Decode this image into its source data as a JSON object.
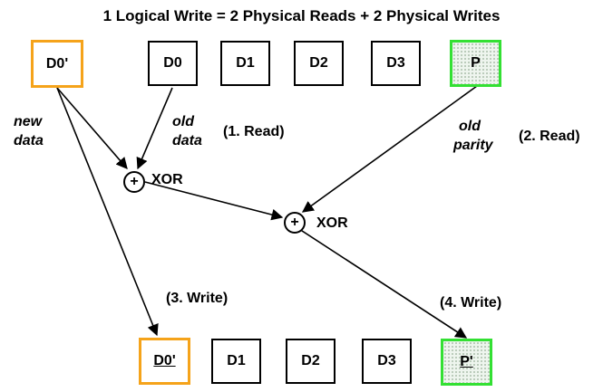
{
  "title": "1 Logical Write = 2 Physical Reads + 2  Physical Writes",
  "top_row": {
    "new": "D0'",
    "d0": "D0",
    "d1": "D1",
    "d2": "D2",
    "d3": "D3",
    "parity": "P"
  },
  "bottom_row": {
    "new": "D0'",
    "d1": "D1",
    "d2": "D2",
    "d3": "D3",
    "parity": "P'"
  },
  "labels": {
    "new_data_line1": "new",
    "new_data_line2": "data",
    "old_data_line1": "old",
    "old_data_line2": "data",
    "old_parity_line1": "old",
    "old_parity_line2": "parity",
    "step1": "(1. Read)",
    "step2": "(2. Read)",
    "step3": "(3. Write)",
    "step4": "(4. Write)",
    "xor_symbol": "+",
    "xor1": "XOR",
    "xor2": "XOR"
  },
  "colors": {
    "new_data_border": "#f5a31a",
    "parity_border": "#33e033"
  }
}
